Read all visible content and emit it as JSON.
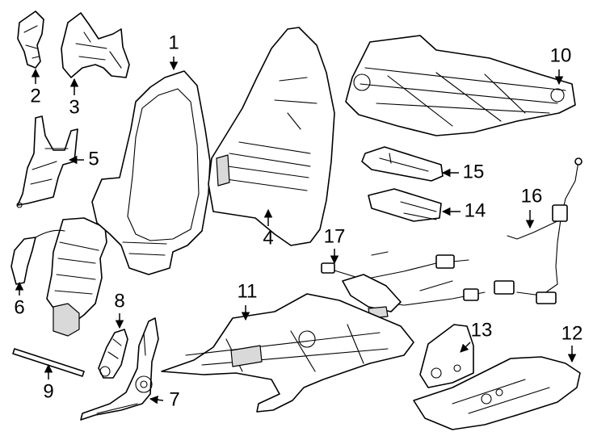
{
  "diagram": {
    "background": "#ffffff",
    "ink": "#000000",
    "callouts": [
      "1",
      "2",
      "3",
      "4",
      "5",
      "6",
      "7",
      "8",
      "9",
      "10",
      "11",
      "12",
      "13",
      "14",
      "15",
      "16",
      "17"
    ]
  }
}
